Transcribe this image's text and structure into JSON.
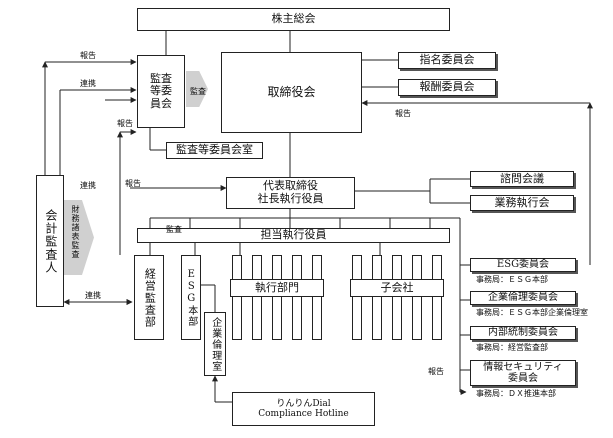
{
  "boxes": {
    "shareholders": "株主総会",
    "board": "取締役会",
    "nomination": "指名委員会",
    "remuneration": "報酬委員会",
    "audit_committee": "監査等委員会",
    "audit_office": "監査等委員会室",
    "ceo_line1": "代表取締役",
    "ceo_line2": "社長執行役員",
    "advisory": "諮問会議",
    "executive_meeting": "業務執行会",
    "officers": "担当執行役員",
    "auditor": "会計監査人",
    "mgmt_audit": "経営監査部",
    "esg_div": "ESG本部",
    "exec_depts": "執行部門",
    "subsidiaries": "子会社",
    "ethics_office": "企業倫理室",
    "esg_committee": "ESG委員会",
    "ethics_committee": "企業倫理委員会",
    "internal_control": "内部統制委員会",
    "infosec_line1": "情報セキュリティ",
    "infosec_line2": "委員会",
    "hotline_line1": "りんりんDial",
    "hotline_line2": "Compliance Hotline"
  },
  "secretariats": {
    "esg": "事務局：ＥＳＧ本部",
    "ethics": "事務局：ＥＳＧ本部企業倫理室",
    "internal_control": "事務局：経営監査部",
    "infosec": "事務局：ＤＸ推進本部"
  },
  "labels": {
    "report": "報告",
    "collaboration": "連携",
    "audit": "監査",
    "accounting_audit": "財務諸表監査"
  }
}
